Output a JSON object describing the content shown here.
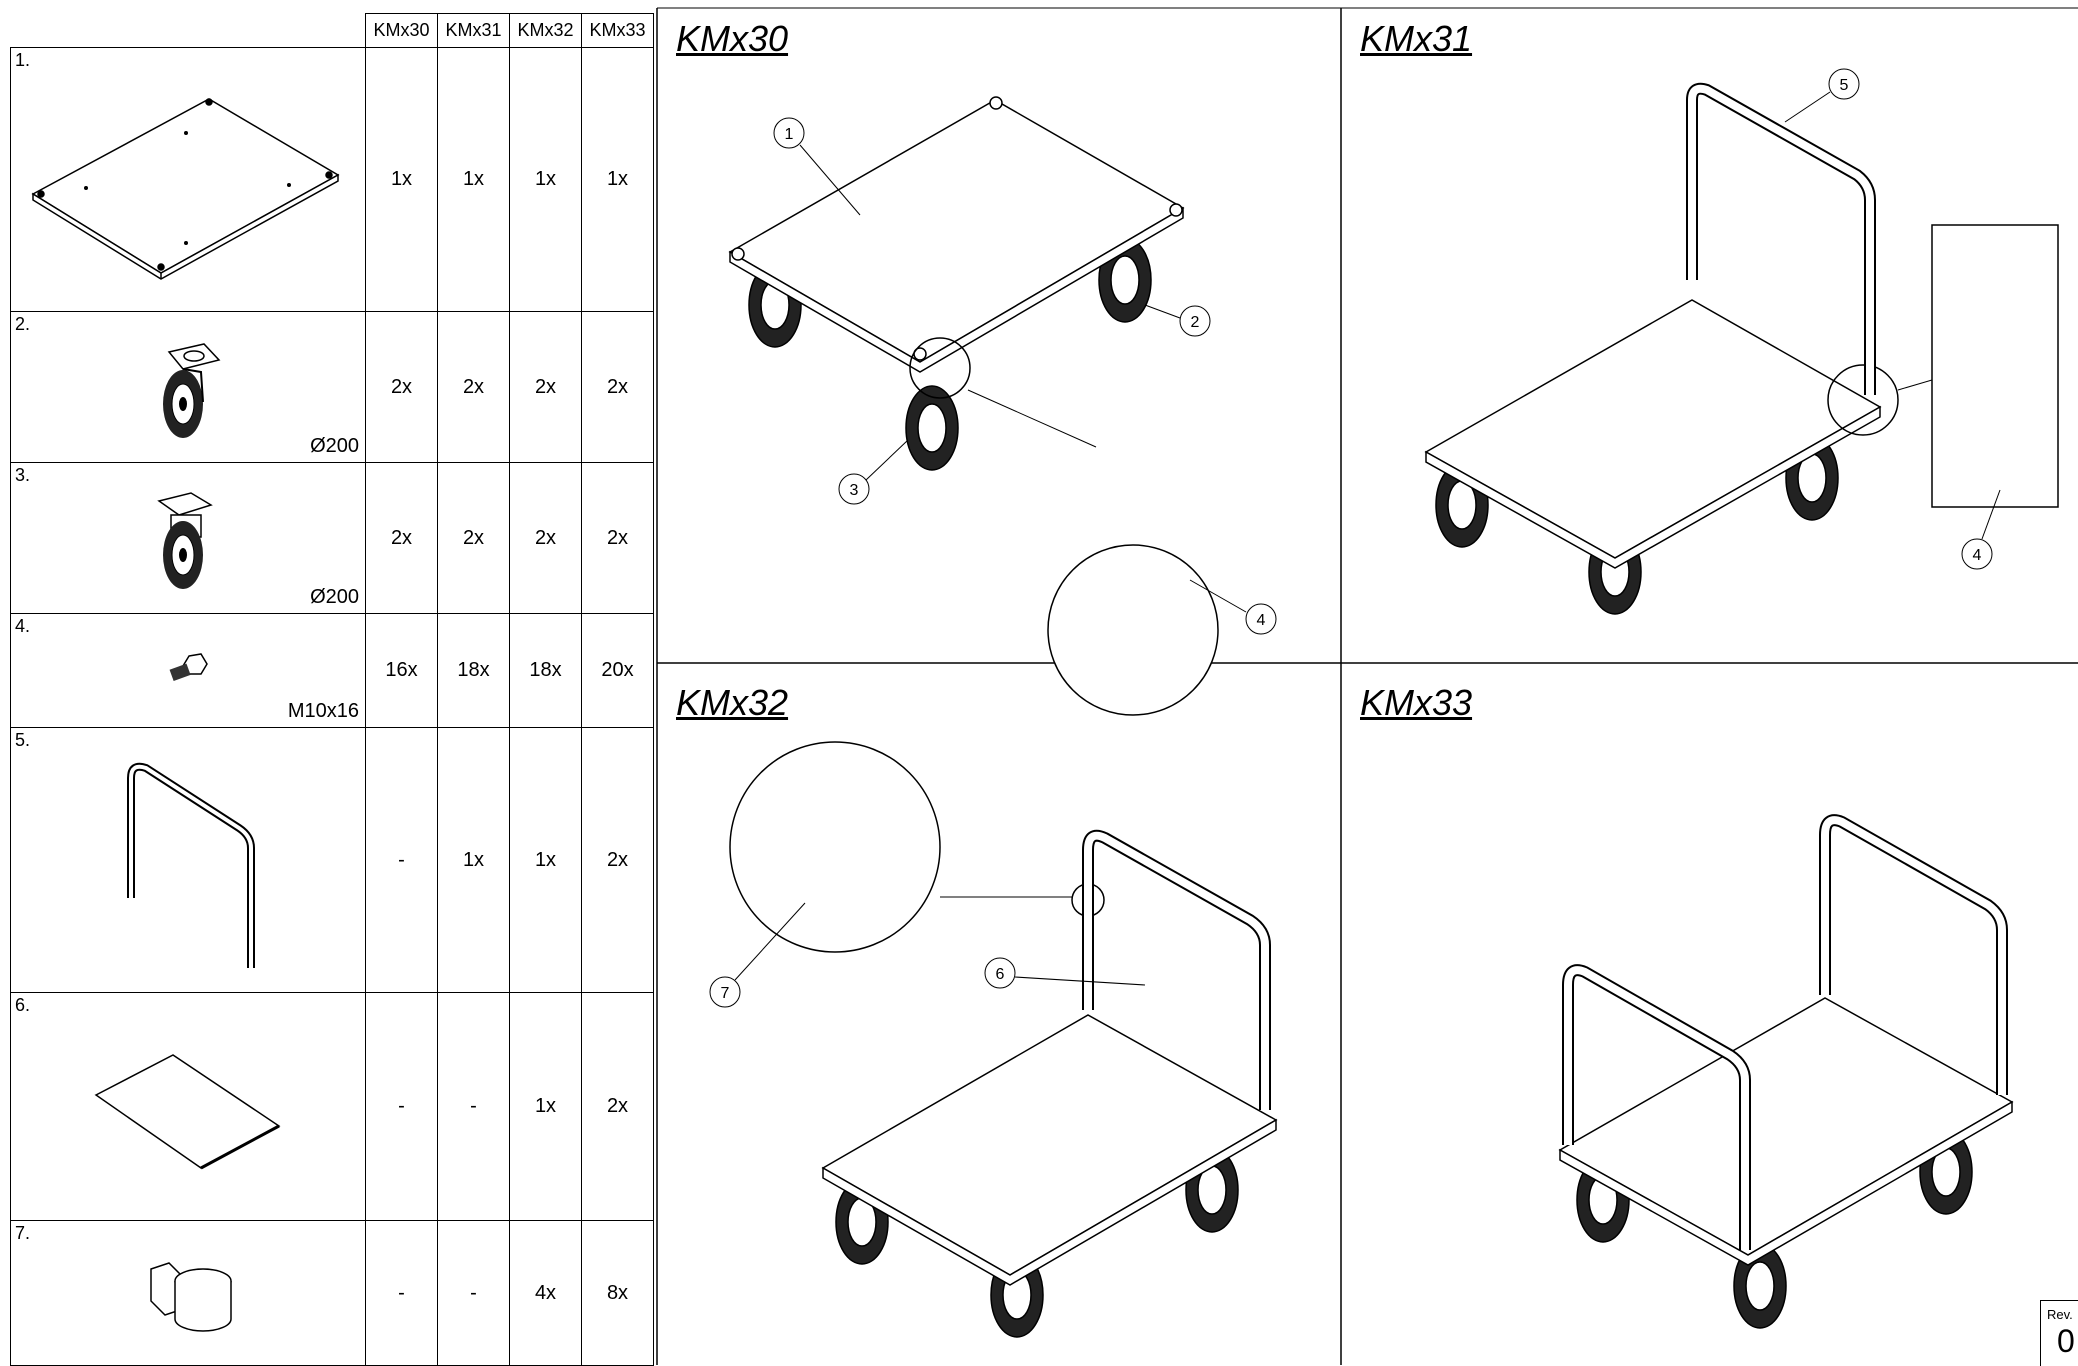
{
  "table": {
    "columns": [
      "KMx30",
      "KMx31",
      "KMx32",
      "KMx33"
    ],
    "rows": [
      {
        "num": "1.",
        "icon": "platform-board-icon",
        "dim": "",
        "qty": [
          "1x",
          "1x",
          "1x",
          "1x"
        ]
      },
      {
        "num": "2.",
        "icon": "swivel-caster-icon",
        "dim": "Ø200",
        "qty": [
          "2x",
          "2x",
          "2x",
          "2x"
        ]
      },
      {
        "num": "3.",
        "icon": "fixed-caster-icon",
        "dim": "Ø200",
        "qty": [
          "2x",
          "2x",
          "2x",
          "2x"
        ]
      },
      {
        "num": "4.",
        "icon": "bolt-icon",
        "dim": "M10x16",
        "qty": [
          "16x",
          "18x",
          "18x",
          "20x"
        ]
      },
      {
        "num": "5.",
        "icon": "push-handle-icon",
        "dim": "",
        "qty": [
          "-",
          "1x",
          "1x",
          "2x"
        ]
      },
      {
        "num": "6.",
        "icon": "mesh-panel-icon",
        "dim": "",
        "qty": [
          "-",
          "-",
          "1x",
          "2x"
        ]
      },
      {
        "num": "7.",
        "icon": "clamp-icon",
        "dim": "",
        "qty": [
          "-",
          "-",
          "4x",
          "8x"
        ]
      }
    ]
  },
  "views": {
    "kmx30": {
      "title": "KMx30",
      "callouts": [
        "1",
        "2",
        "3",
        "4"
      ]
    },
    "kmx31": {
      "title": "KMx31",
      "callouts": [
        "5",
        "4"
      ]
    },
    "kmx32": {
      "title": "KMx32",
      "callouts": [
        "6",
        "7"
      ]
    },
    "kmx33": {
      "title": "KMx33",
      "callouts": []
    }
  },
  "revision": {
    "label": "Rev.",
    "value": "0"
  }
}
